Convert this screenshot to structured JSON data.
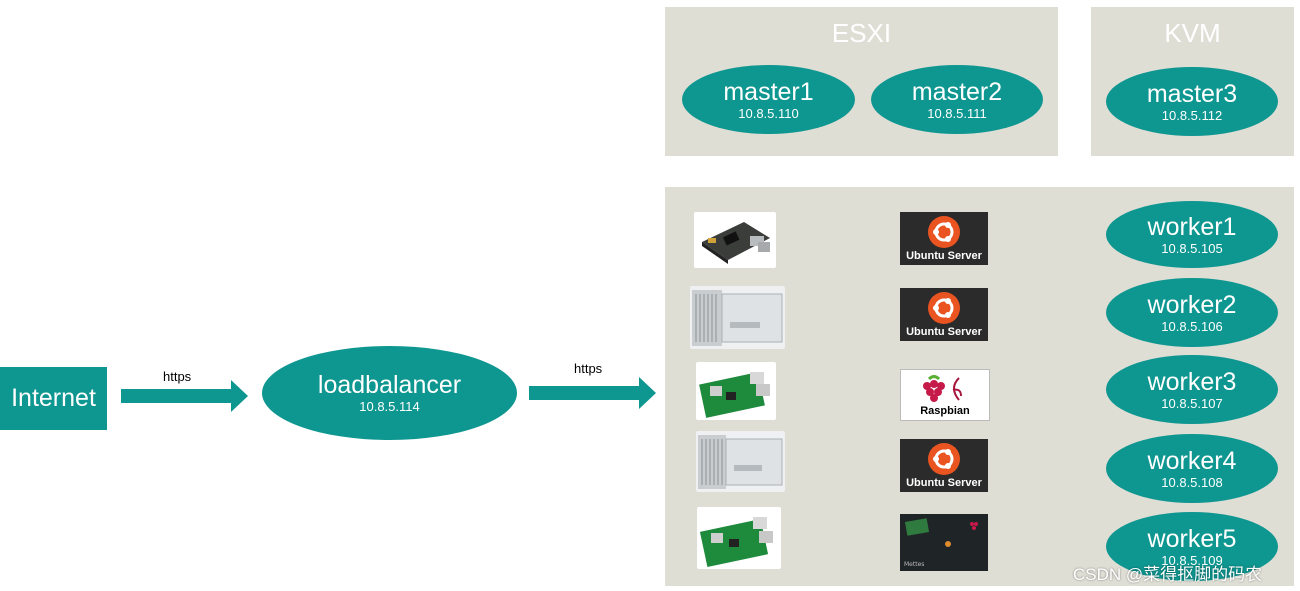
{
  "panels": {
    "esxi": "ESXI",
    "kvm": "KVM"
  },
  "internet": "Internet",
  "arrows": {
    "left_label": "https",
    "right_label": "https"
  },
  "loadbalancer": {
    "name": "loadbalancer",
    "ip": "10.8.5.114"
  },
  "masters": [
    {
      "name": "master1",
      "ip": "10.8.5.110"
    },
    {
      "name": "master2",
      "ip": "10.8.5.111"
    },
    {
      "name": "master3",
      "ip": "10.8.5.112"
    }
  ],
  "workers": [
    {
      "name": "worker1",
      "ip": "10.8.5.105",
      "hardware": "single-board-computer",
      "os": "Ubuntu Server"
    },
    {
      "name": "worker2",
      "ip": "10.8.5.106",
      "hardware": "industrial-pc",
      "os": "Ubuntu Server"
    },
    {
      "name": "worker3",
      "ip": "10.8.5.107",
      "hardware": "raspberry-pi",
      "os": "Raspbian"
    },
    {
      "name": "worker4",
      "ip": "10.8.5.108",
      "hardware": "industrial-pc",
      "os": "Ubuntu Server"
    },
    {
      "name": "worker5",
      "ip": "10.8.5.109",
      "hardware": "raspberry-pi",
      "os": ""
    }
  ],
  "watermark": "CSDN @菜得抠脚的码农",
  "colors": {
    "node": "#0e9690",
    "panel": "#deded5",
    "ubuntu": "#e95420",
    "raspberry": "#c51a4a"
  }
}
